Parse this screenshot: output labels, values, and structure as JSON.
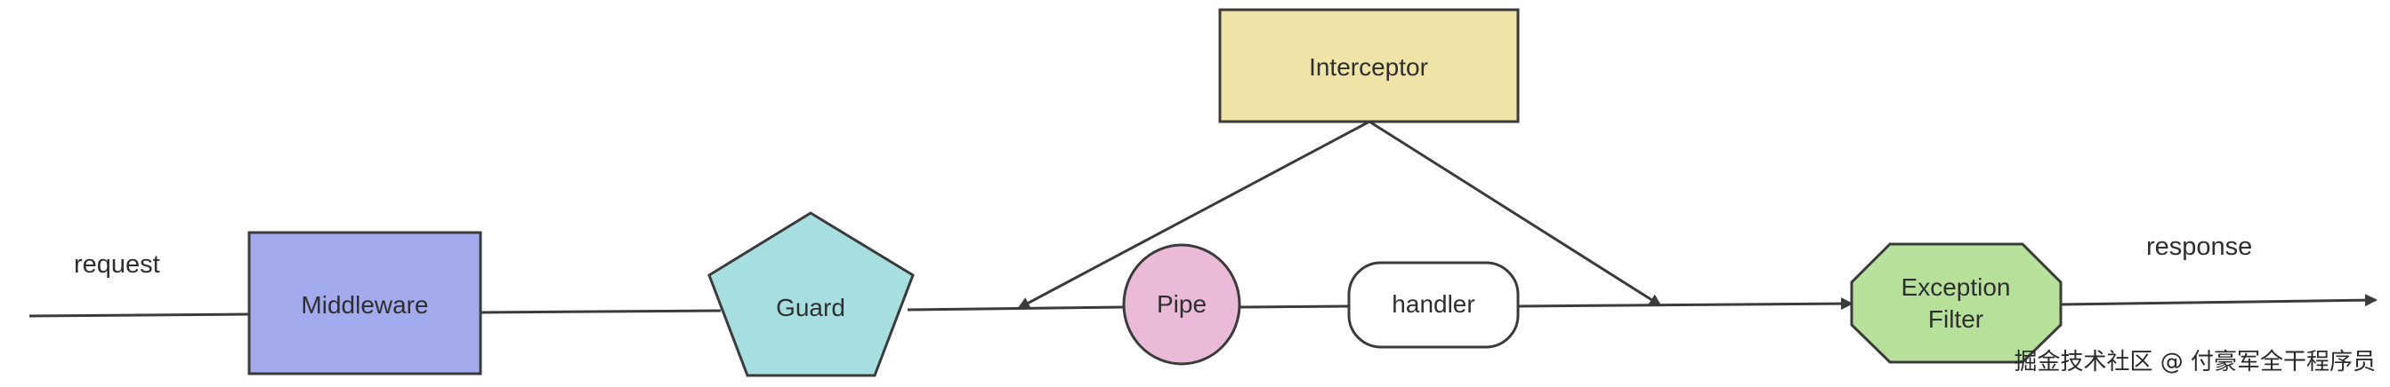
{
  "diagram": {
    "labels": {
      "request": "request",
      "response": "response"
    },
    "nodes": {
      "middleware": "Middleware",
      "guard": "Guard",
      "pipe": "Pipe",
      "handler": "handler",
      "interceptor": "Interceptor",
      "exception_filter_line1": "Exception",
      "exception_filter_line2": "Filter"
    },
    "colors": {
      "middleware_fill": "#a3abee",
      "guard_fill": "#a7dfe0",
      "pipe_fill": "#ebbad9",
      "handler_fill": "#ffffff",
      "interceptor_fill": "#efe3a7",
      "exception_filter_fill": "#b7e19a",
      "stroke": "#3b3b3b"
    },
    "watermark": "掘金技术社区 @ 付豪军全干程序员"
  }
}
